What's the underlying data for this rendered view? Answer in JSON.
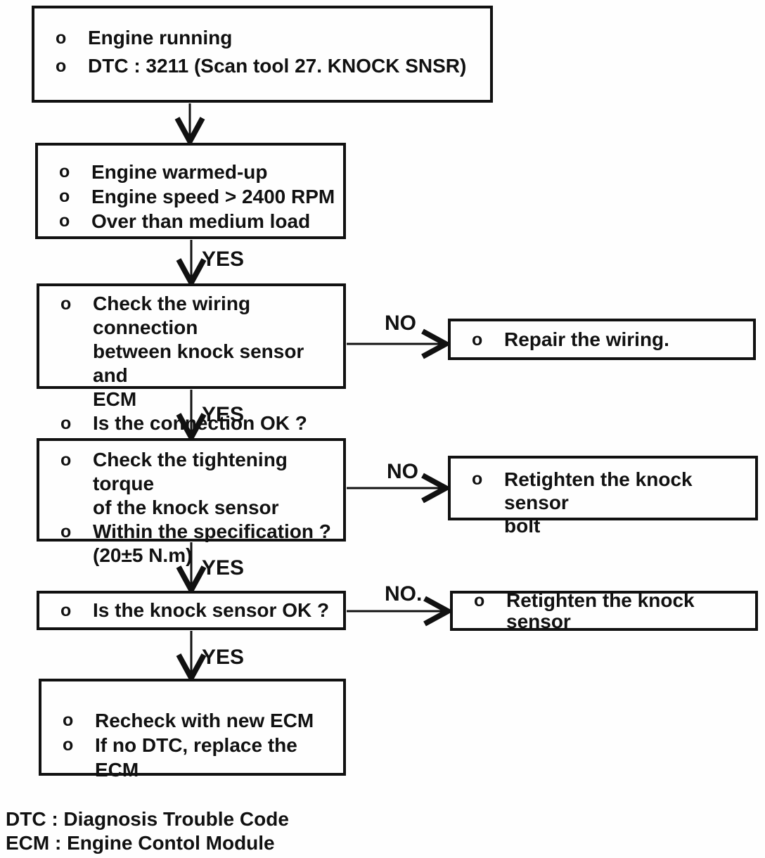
{
  "flow": {
    "bullet": "o",
    "nodes": {
      "start": {
        "items": [
          "Engine running",
          "DTC : 3211 (Scan tool 27. KNOCK SNSR)"
        ]
      },
      "conditions": {
        "items": [
          "Engine warmed-up",
          "Engine speed > 2400 RPM",
          "Over than medium load"
        ]
      },
      "check_wiring": {
        "items": [
          "Check the wiring connection\nbetween knock sensor and\nECM",
          "Is the connection OK ?"
        ]
      },
      "repair_wiring": {
        "items": [
          "Repair the wiring."
        ]
      },
      "check_torque": {
        "items": [
          "Check the tightening torque\nof the knock sensor",
          "Within the specification ?\n(20±5 N.m)"
        ]
      },
      "retighten_bolt": {
        "items": [
          "Retighten the knock sensor\nbolt"
        ]
      },
      "sensor_ok": {
        "items": [
          "Is the knock sensor OK ?"
        ]
      },
      "retighten_sensor": {
        "items": [
          "Retighten the knock sensor"
        ]
      },
      "recheck_ecm": {
        "items": [
          "Recheck with new ECM",
          "If no DTC, replace the ECM"
        ]
      }
    },
    "edge_labels": {
      "yes1": "YES",
      "yes2": "YES",
      "yes3": "YES",
      "yes4": "YES",
      "no1": "NO",
      "no2": "NO",
      "no3": "NO."
    },
    "legend": {
      "line1": "DTC : Diagnosis Trouble Code",
      "line2": "ECM : Engine Contol Module"
    },
    "colors": {
      "ink": "#111111",
      "paper": "#fefefe"
    }
  }
}
